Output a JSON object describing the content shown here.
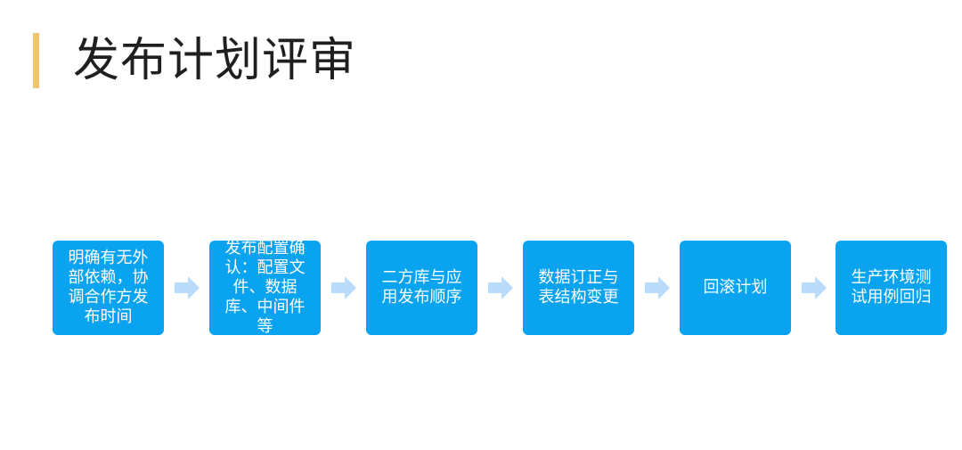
{
  "page": {
    "title": "发布计划评审",
    "accent_color": "#f2c56b"
  },
  "flow": {
    "box_color": "#0aa3ef",
    "arrow_color": "#b9dcfb",
    "arrow_icon": "arrow-right-icon",
    "steps": [
      {
        "label": "明确有无外部依赖，协调合作方发布时间"
      },
      {
        "label": "发布配置确认：配置文件、数据库、中间件等"
      },
      {
        "label": "二方库与应用发布顺序"
      },
      {
        "label": "数据订正与表结构变更"
      },
      {
        "label": "回滚计划"
      },
      {
        "label": "生产环境测试用例回归"
      }
    ]
  }
}
